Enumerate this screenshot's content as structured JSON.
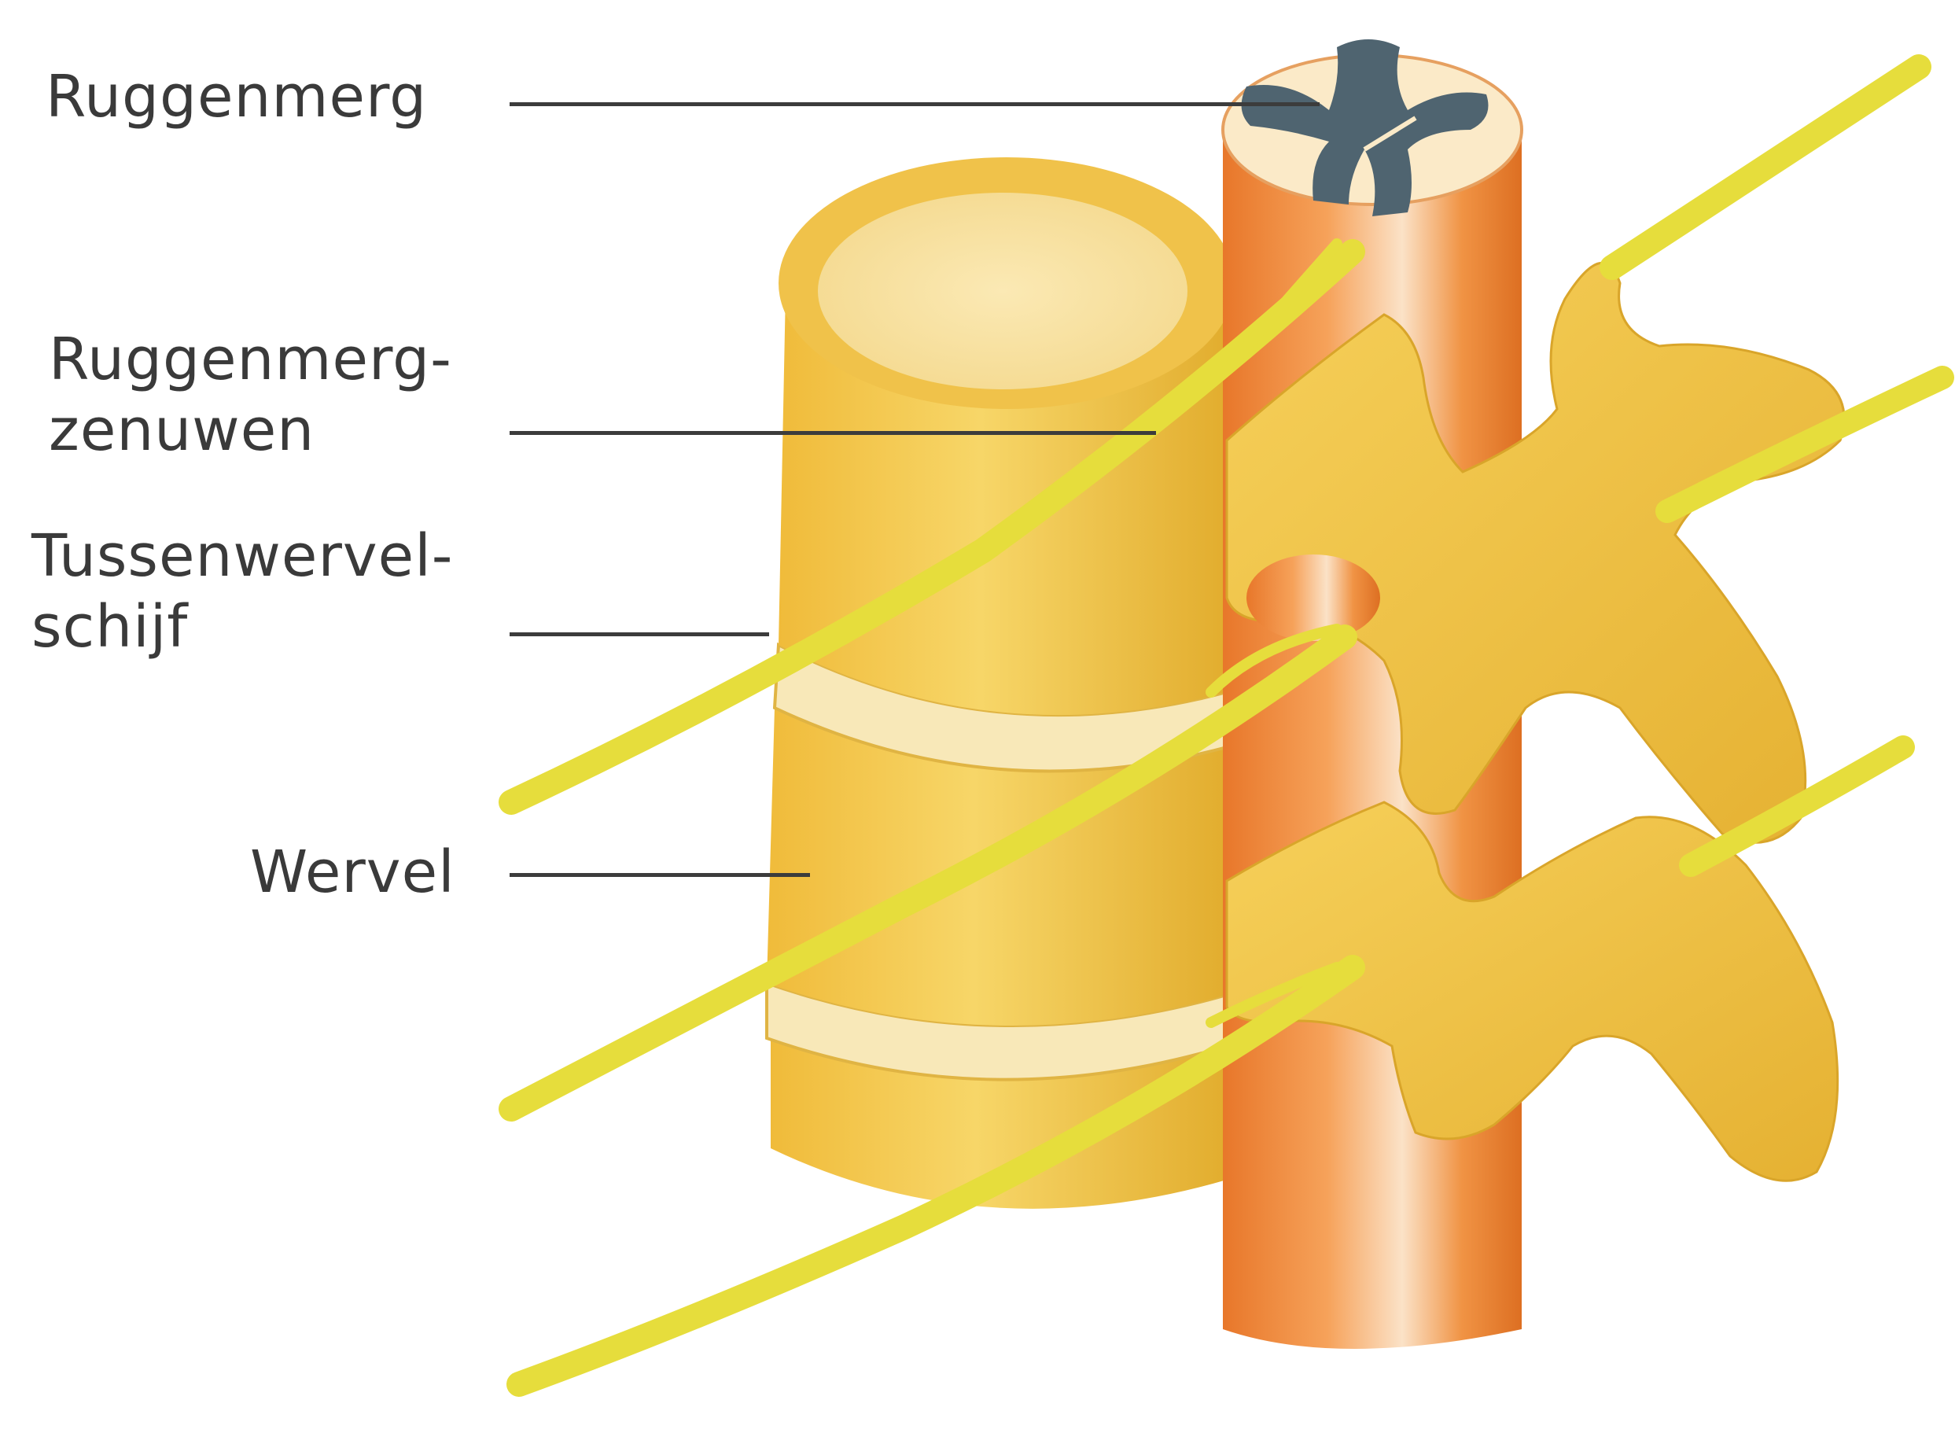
{
  "labels": {
    "spinal_cord": "Ruggenmerg",
    "spinal_nerves_line1": "Ruggenmerg-",
    "spinal_nerves_line2": "zenuwen",
    "disc_line1": "Tussenwervel-",
    "disc_line2": "schijf",
    "vertebra": "Wervel"
  },
  "colors": {
    "bone": "#f2c44a",
    "bone_light": "#f7da7c",
    "bone_shadow": "#d9a72a",
    "disc": "#f8e8b8",
    "nerve": "#e9e040",
    "cord": "#ef8b2c",
    "cord_light": "#f7b56a",
    "grey_matter": "#4f6470",
    "leader_line": "#3c3c3c",
    "text": "#3a3a3a"
  }
}
